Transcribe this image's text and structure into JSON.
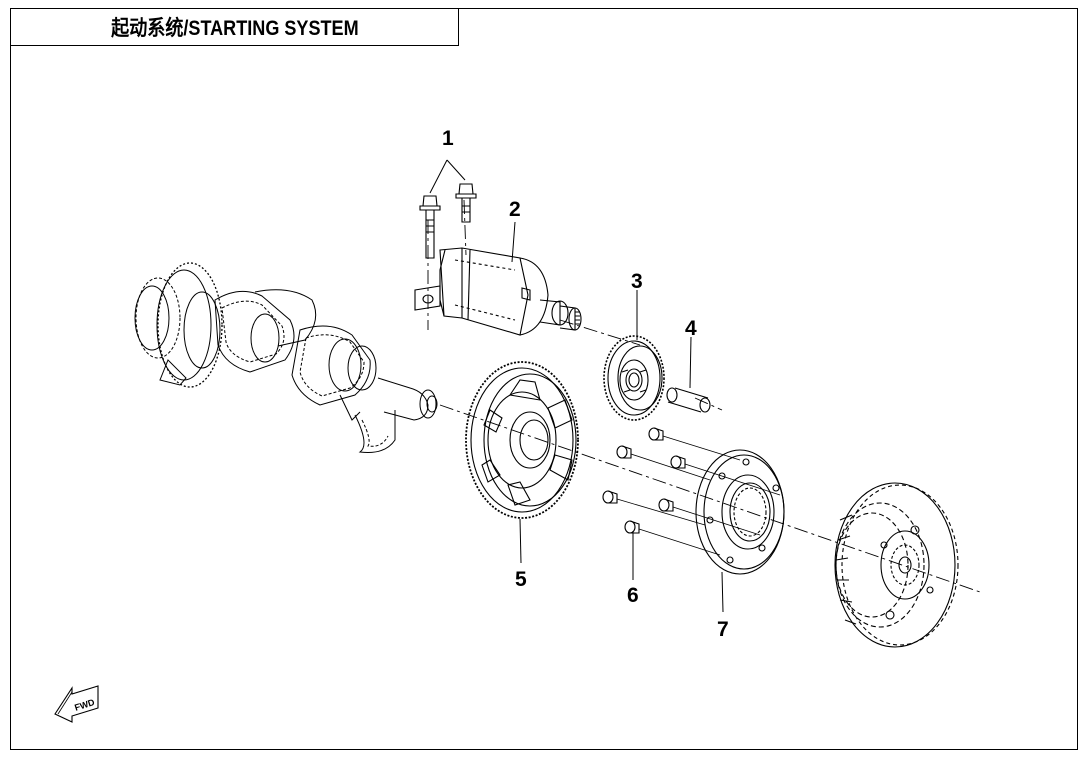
{
  "title": "起动系统/STARTING SYSTEM",
  "callouts": [
    {
      "id": "1",
      "part": "bolts"
    },
    {
      "id": "2",
      "part": "starter-motor"
    },
    {
      "id": "3",
      "part": "idler-gear"
    },
    {
      "id": "4",
      "part": "shaft"
    },
    {
      "id": "5",
      "part": "starter-driven-gear"
    },
    {
      "id": "6",
      "part": "bolts"
    },
    {
      "id": "7",
      "part": "one-way-clutch"
    }
  ],
  "fwd_label": "FWD",
  "colors": {
    "line": "#000000",
    "dash": "#000000",
    "background": "#ffffff"
  }
}
